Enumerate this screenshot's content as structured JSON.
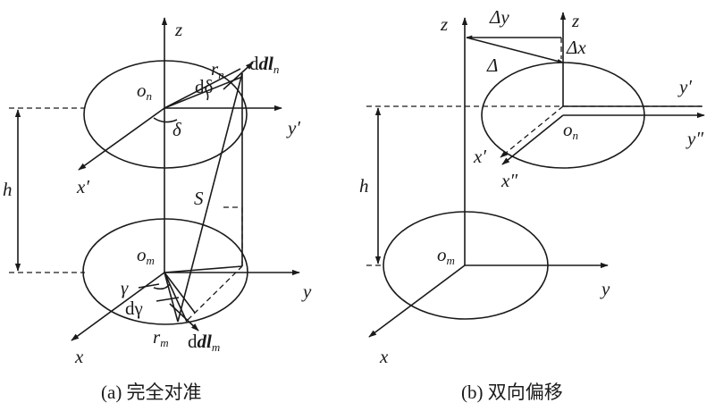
{
  "panel_a": {
    "caption": "(a) 完全对准",
    "axis_z": "z",
    "axis_y_prime": "y′",
    "axis_x_prime": "x′",
    "axis_y": "y",
    "axis_x": "x",
    "origin_n": "o",
    "origin_n_sub": "n",
    "origin_m": "o",
    "origin_m_sub": "m",
    "height": "h",
    "distance": "S",
    "radius_n": "r",
    "radius_n_sub": "n",
    "radius_m": "r",
    "radius_m_sub": "m",
    "angle_delta": "δ",
    "angle_d_delta": "dδ",
    "angle_gamma": "γ",
    "angle_d_gamma": "dγ",
    "element_n": "dl",
    "element_n_sub": "n",
    "element_m": "dl",
    "element_m_sub": "m"
  },
  "panel_b": {
    "caption": "(b) 双向偏移",
    "axis_z": "z",
    "axis_z2": "z",
    "offset_y": "Δy",
    "offset_x": "Δx",
    "offset": "Δ",
    "axis_y_prime": "y′",
    "axis_y_dprime": "y″",
    "axis_x_prime": "x′",
    "axis_x_dprime": "x″",
    "origin_n": "o",
    "origin_n_sub": "n",
    "origin_m": "o",
    "origin_m_sub": "m",
    "height": "h",
    "axis_y": "y",
    "axis_x": "x"
  }
}
